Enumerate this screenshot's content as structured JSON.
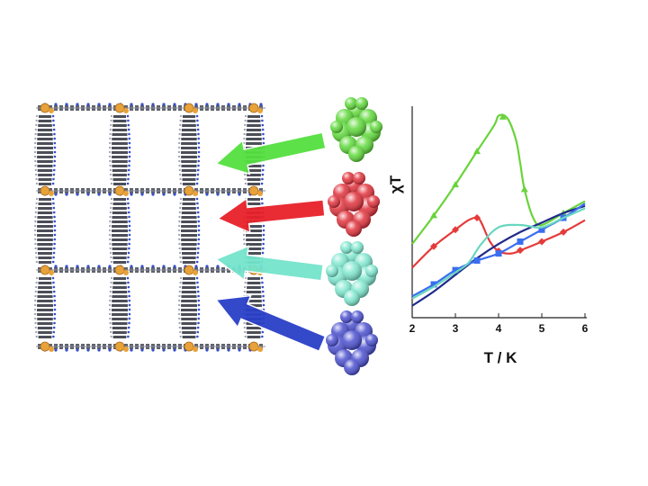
{
  "guests": [
    {
      "name": "green-guest",
      "color": "#5fd93a",
      "arrow": "#55e040"
    },
    {
      "name": "red-guest",
      "color": "#e0303a",
      "arrow": "#e8202a"
    },
    {
      "name": "cyan-guest",
      "color": "#7ee7cf",
      "arrow": "#74e4cc"
    },
    {
      "name": "blue-guest",
      "color": "#4a4fcf",
      "arrow": "#2a3fc8"
    }
  ],
  "framework": {
    "node_color": "#e8a23a",
    "ring_color": "#2b2f3a",
    "linker_color": "#3550c8"
  },
  "chart_data": {
    "type": "line",
    "xlabel": "T / K",
    "ylabel": "χT",
    "xlim": [
      2,
      6
    ],
    "xticks": [
      "2",
      "3",
      "4",
      "5",
      "6"
    ],
    "grid": false,
    "series": [
      {
        "color": "#6ad33c",
        "marker": "triangle",
        "x": [
          2.0,
          2.5,
          3.0,
          3.5,
          3.9,
          4.0,
          4.2,
          4.4,
          4.5,
          4.6,
          4.8,
          5.0,
          5.5,
          6.0
        ],
        "y": [
          2.8,
          4.0,
          5.3,
          6.7,
          7.8,
          8.2,
          8.1,
          7.2,
          6.2,
          5.1,
          3.9,
          3.6,
          4.1,
          4.6
        ]
      },
      {
        "color": "#e53a3a",
        "marker": "diamond",
        "x": [
          2.0,
          2.5,
          3.0,
          3.3,
          3.5,
          3.6,
          3.8,
          4.0,
          4.3,
          4.6,
          5.0,
          5.5,
          6.0
        ],
        "y": [
          1.8,
          2.7,
          3.4,
          3.8,
          3.9,
          3.7,
          2.9,
          2.5,
          2.4,
          2.6,
          2.9,
          3.3,
          3.8
        ],
        "marker_x": [
          2.5,
          3.0,
          3.5,
          4.0,
          4.5,
          5.0,
          5.5
        ]
      },
      {
        "color": "#1f2a8a",
        "marker": "none",
        "x": [
          2.0,
          2.5,
          3.0,
          3.5,
          4.0,
          4.5,
          5.0,
          5.5,
          6.0
        ],
        "y": [
          0.2,
          0.8,
          1.5,
          2.2,
          2.8,
          3.3,
          3.7,
          4.1,
          4.4
        ]
      },
      {
        "color": "#3a6ef0",
        "marker": "square",
        "x": [
          2.0,
          2.5,
          3.0,
          3.5,
          4.0,
          4.5,
          5.0,
          5.5,
          6.0
        ],
        "y": [
          0.6,
          1.1,
          1.7,
          2.1,
          2.4,
          2.9,
          3.4,
          3.9,
          4.5
        ]
      },
      {
        "color": "#69d6c0",
        "marker": "none",
        "x": [
          2.0,
          2.5,
          3.0,
          3.3,
          3.6,
          4.0,
          4.5,
          5.0,
          5.5,
          6.0
        ],
        "y": [
          0.5,
          1.0,
          1.6,
          2.0,
          2.8,
          3.5,
          3.6,
          3.5,
          3.9,
          4.3
        ]
      }
    ]
  }
}
